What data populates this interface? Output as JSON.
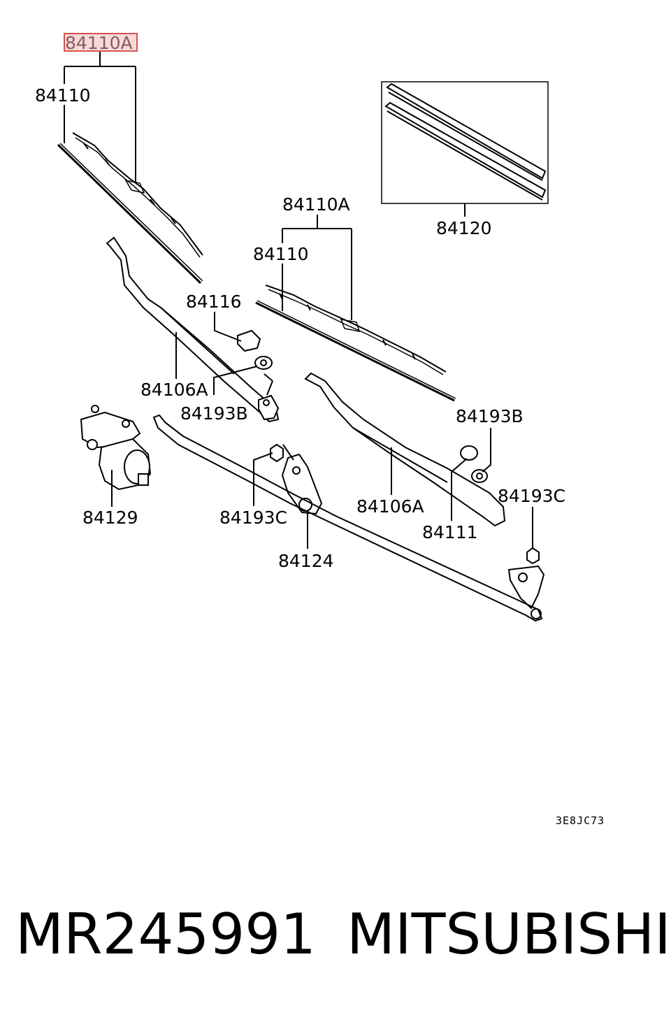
{
  "diagram": {
    "callouts": {
      "blade_assy_left": "84110A",
      "blade_left": "84110",
      "refill_set": "84120",
      "blade_assy_right": "84110A",
      "blade_right": "84110",
      "arm_cap": "84116",
      "arm_left": "84106A",
      "nut_cap_left": "84193B",
      "nut_cap_right": "84193B",
      "motor": "84129",
      "nut_left": "84193C",
      "linkage": "84124",
      "arm_right": "84106A",
      "arm_cap_right": "84111",
      "nut_right": "84193C"
    },
    "highlight_color": "#d9534f",
    "diagram_code": "3E8JC73"
  },
  "caption": {
    "part_number": "MR245991",
    "brand": "MITSUBISHI"
  }
}
